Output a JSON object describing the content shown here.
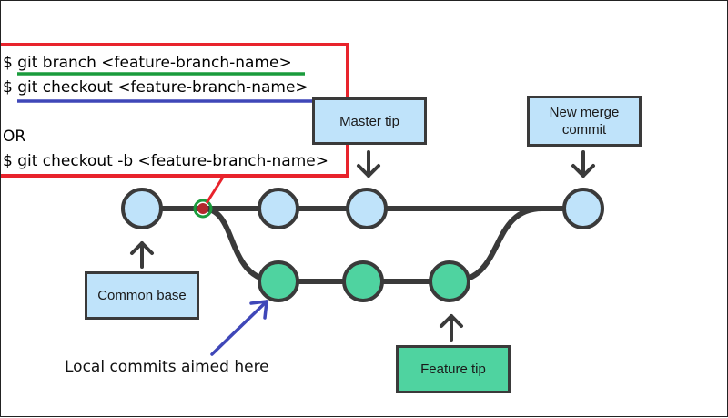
{
  "commands": {
    "line1": "$ git branch <feature-branch-name>",
    "line2": "$ git checkout <feature-branch-name>",
    "or": "OR",
    "line3": "$ git checkout -b <feature-branch-name>"
  },
  "labels": {
    "master_tip": "Master tip",
    "new_merge_commit": "New merge\ncommit",
    "common_base": "Common base",
    "feature_tip": "Feature tip",
    "local_commits_note": "Local commits aimed here"
  },
  "colors": {
    "master_commit_fill": "#bfe3fa",
    "feature_commit_fill": "#4fd3a0",
    "line": "#3a3a3a",
    "command_box_border": "#e8232c",
    "underline_green": "#1a9b3c",
    "underline_blue": "#3f47b8",
    "arrow_blue": "#3f47b8",
    "marker_circle": "#1a9b3c",
    "pointer_red": "#e8232c"
  },
  "icons": {
    "down_arrow": "arrow-down-icon",
    "up_arrow": "arrow-up-icon",
    "pointer_arrow": "diagonal-arrow-icon"
  }
}
